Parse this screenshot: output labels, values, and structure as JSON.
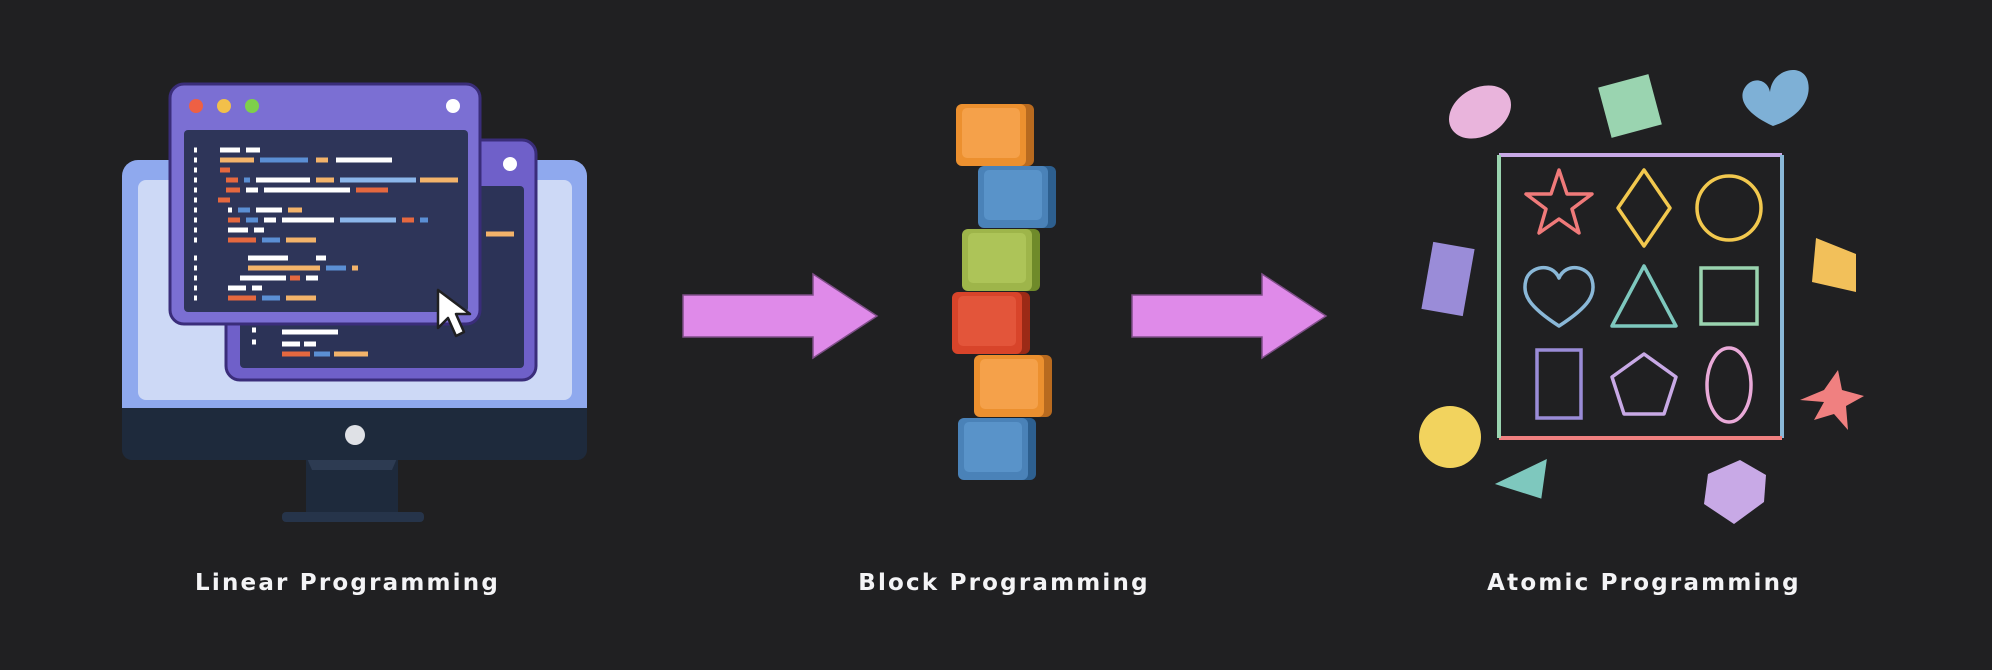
{
  "stages": [
    {
      "label": "Linear Programming",
      "icon": "computer-monitor-code-editor-icon"
    },
    {
      "label": "Block Programming",
      "icon": "stacked-blocks-icon"
    },
    {
      "label": "Atomic Programming",
      "icon": "shapes-grid-icon"
    }
  ],
  "connectors": [
    "arrow-right-icon",
    "arrow-right-icon"
  ],
  "colors": {
    "background": "#202022",
    "arrow": "#df8ae9",
    "window": "#7b6fd3",
    "monitor": "#a9bdf3",
    "block_orange": "#ec902f",
    "block_blue": "#4a82b8",
    "block_green": "#9eb54a",
    "block_red": "#d8442a",
    "label": "#f4f4f6"
  }
}
